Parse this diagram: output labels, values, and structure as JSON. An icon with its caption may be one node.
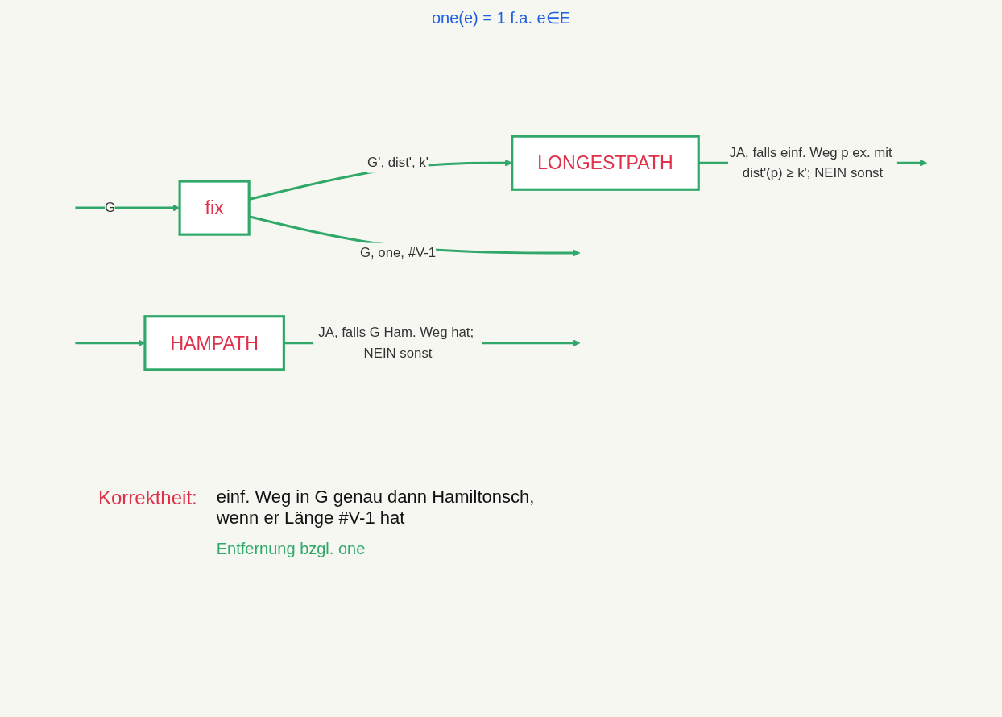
{
  "diagram": {
    "nodes": [
      {
        "text": [
          "fix"
        ]
      },
      {
        "text": [
          "HAMPATH"
        ]
      },
      {
        "text": [
          "LONGESTPATH"
        ]
      }
    ],
    "edges": [
      {
        "from": null,
        "to": 0,
        "arrow": "to",
        "label": "G"
      },
      {
        "from": null,
        "to": 1,
        "arrow": "to"
      },
      {
        "from": 0,
        "to": null,
        "arrow": "to",
        "label": "G, one, #V-1"
      },
      {
        "from": 0,
        "to": 2,
        "arrow": "to",
        "label": "G', dist', k'"
      },
      {
        "from": 1,
        "to": null,
        "arrow": "to",
        "label": "JA, falls G Ham. Weg hat; NEIN sonst"
      },
      {
        "from": 2,
        "to": null,
        "arrow": "to",
        "label": "JA, falls einf. Weg p ex. mit dist'(p) ≥ k'; NEIN sonst"
      }
    ],
    "labels": [
      "one(e) = 1 f.a. e∈E",
      "Korrektheit:",
      "einf. Weg in G genau dann Hamiltonsch, wenn er Länge #V-1 hat",
      "Entfernung bzgl. one"
    ]
  }
}
